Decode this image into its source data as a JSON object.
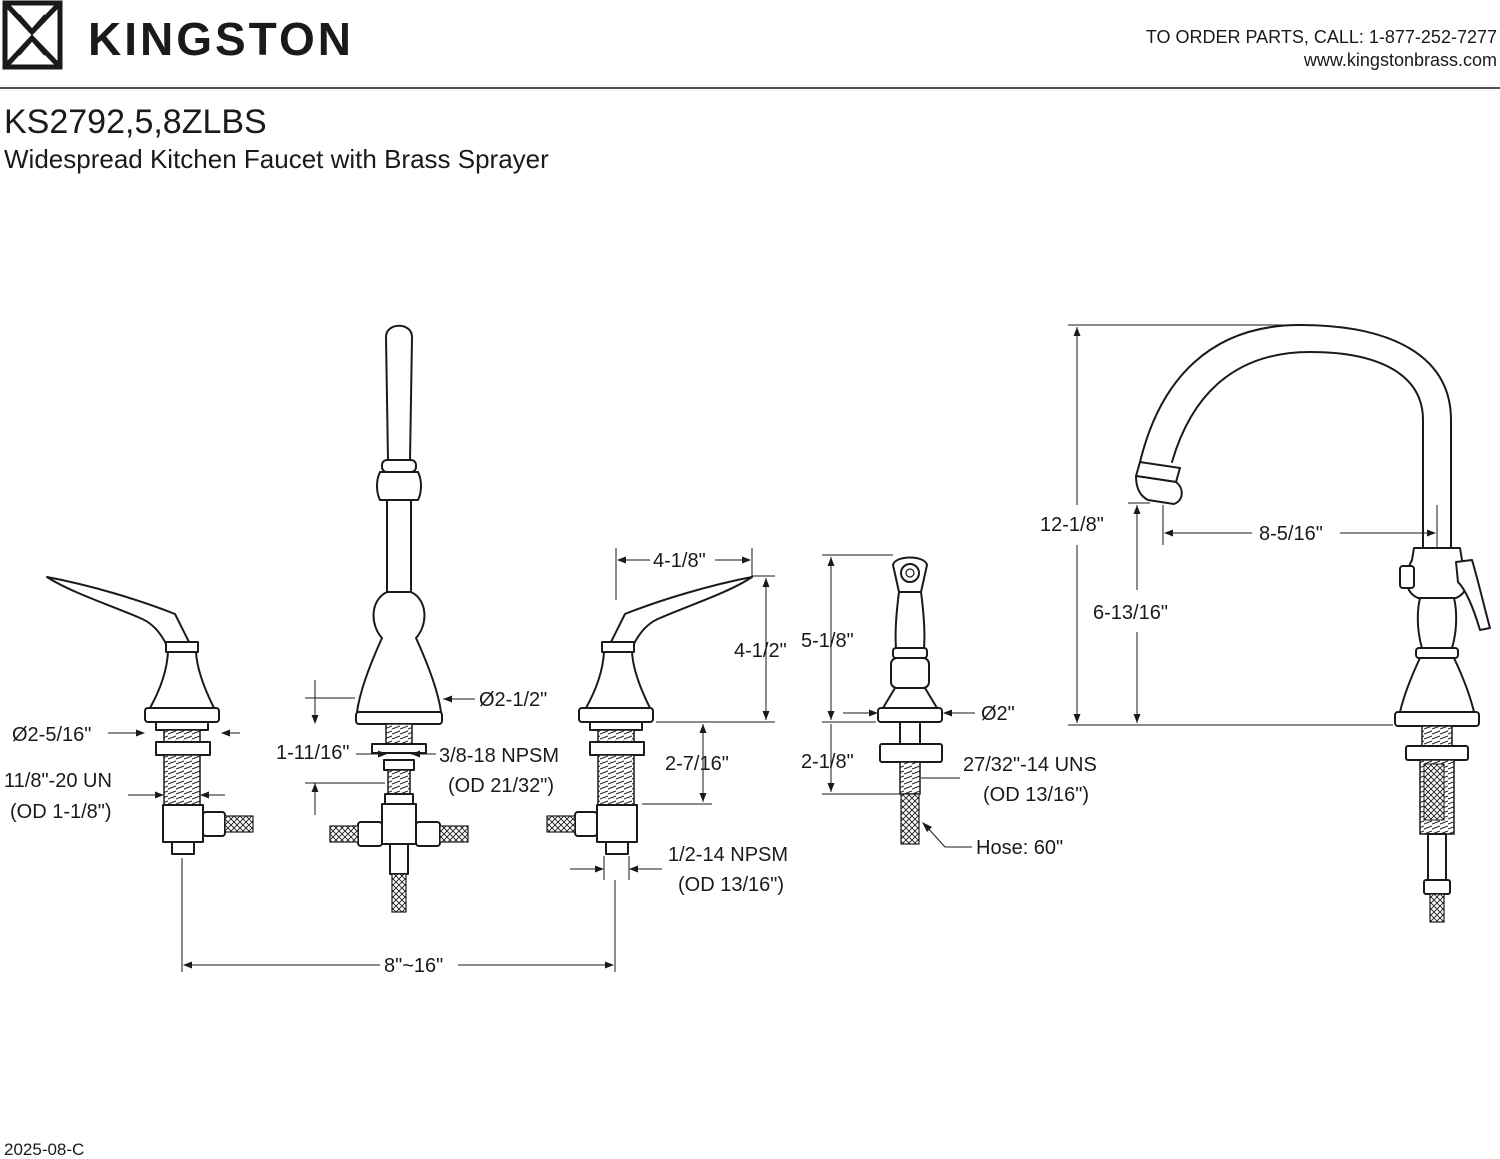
{
  "brand": {
    "name": "KINGSTON",
    "order_line": "TO ORDER PARTS, CALL: 1-877-252-7277",
    "website": "www.kingstonbrass.com"
  },
  "product": {
    "model": "KS2792,5,8ZLBS",
    "description": "Widespread Kitchen Faucet with Brass Sprayer"
  },
  "dimensions": {
    "handle_base_dia": "Ø2-5/16\"",
    "handle_thread": "11/8\"-20 UN",
    "handle_thread_od": "(OD 1-1/8\")",
    "spout_base_height": "1-11/16\"",
    "spout_base_dia": "Ø2-1/2\"",
    "spout_thread": "3/8-18 NPSM",
    "spout_thread_od": "(OD 21/32\")",
    "handle_reach": "4-1/8\"",
    "handle_height": "4-1/2\"",
    "shank_length": "2-7/16\"",
    "outlet_thread": "1/2-14 NPSM",
    "outlet_thread_od": "(OD 13/16\")",
    "spread": "8\"~16\"",
    "sprayer_height": "5-1/8\"",
    "sprayer_base_dia": "Ø2\"",
    "sprayer_shank": "2-1/8\"",
    "sprayer_thread": "27/32\"-14 UNS",
    "sprayer_thread_od": "(OD 13/16\")",
    "hose_length": "Hose: 60\"",
    "overall_height": "12-1/8\"",
    "spout_clearance": "6-13/16\"",
    "spout_reach": "8-5/16\""
  },
  "revision": "2025-08-C"
}
